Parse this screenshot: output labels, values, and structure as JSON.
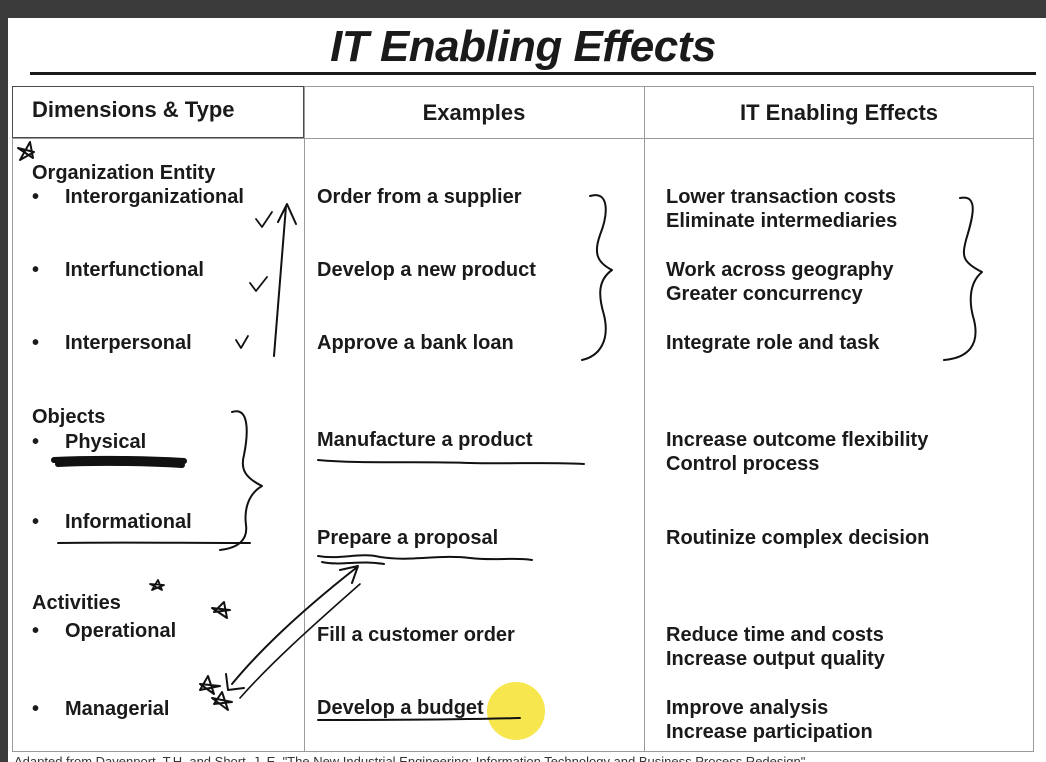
{
  "title": "IT Enabling Effects",
  "headers": {
    "dimensions": "Dimensions & Type",
    "examples": "Examples",
    "effects": "IT Enabling Effects"
  },
  "groups": {
    "organization": "Organization Entity",
    "objects": "Objects",
    "activities": "Activities"
  },
  "bullet": "•",
  "types": [
    "Interorganizational",
    "Interfunctional",
    "Interpersonal",
    "Physical",
    "Informational",
    "Operational",
    "Managerial"
  ],
  "examples": [
    "Order from a supplier",
    "Develop a new product",
    "Approve a bank loan",
    "Manufacture a product",
    "Prepare a proposal",
    "Fill a customer order",
    "Develop a budget"
  ],
  "effects": [
    [
      "Lower transaction costs",
      "Eliminate intermediaries"
    ],
    [
      "Work across geography",
      "Greater concurrency"
    ],
    [
      "Integrate role and task"
    ],
    [
      "Increase outcome flexibility",
      "Control process"
    ],
    [
      "Routinize complex decision"
    ],
    [
      "Reduce time and costs",
      "Increase output quality"
    ],
    [
      "Improve analysis",
      "Increase participation"
    ]
  ],
  "source": "Adapted from Davenport, T.H. and Short, J. E. \"The New Industrial Engineering: Information Technology and Business Process Redesign\""
}
